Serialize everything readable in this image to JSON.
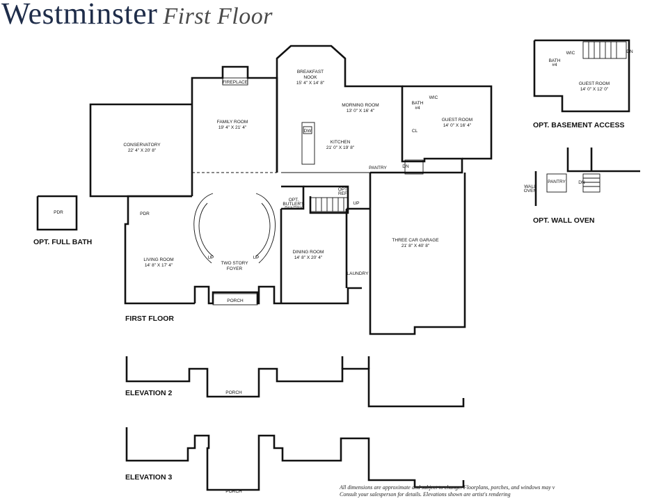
{
  "header": {
    "title": "Westminster",
    "subtitle": "First Floor"
  },
  "rooms": {
    "fireplace": "FIREPLACE",
    "family_room": "FAMILY ROOM",
    "family_room_dim": "19' 4\" X 21' 4\"",
    "conservatory": "CONSERVATORY",
    "conservatory_dim": "22' 4\" X 20' 8\"",
    "breakfast_1": "BREAKFAST",
    "breakfast_2": "NOOK",
    "breakfast_dim": "15' 4\" X 14' 8\"",
    "morning_room": "MORNING ROOM",
    "morning_room_dim": "13' 0\" X 16' 4\"",
    "kitchen": "KITCHEN",
    "kitchen_dim": "21' 0\" X 19' 8\"",
    "guest_room": "GUEST ROOM",
    "guest_room_dim": "14' 0\" X 16' 4\"",
    "bath4": "BATH",
    "bath4_num": "#4",
    "wic": "WIC",
    "cl": "CL",
    "dw": "DW",
    "pantry": "PANTRY",
    "dn": "DN",
    "up": "UP",
    "pdr": "PDR",
    "living_room": "LIVING ROOM",
    "living_room_dim": "14' 8\" X 17' 4\"",
    "foyer_1": "TWO STORY",
    "foyer_2": "FOYER",
    "porch": "PORCH",
    "dining_room": "DINING ROOM",
    "dining_room_dim": "14' 8\" X 20' 4\"",
    "opt": "OPT.",
    "ref": "REF.",
    "butlers_1": "OPT.",
    "butlers_2": "BUTLER'S",
    "butlers_3": "PANTRY",
    "garage": "THREE CAR GARAGE",
    "garage_dim": "21' 8\" X 40' 8\"",
    "laundry": "LAUNDRY",
    "basement_guest": "GUEST ROOM",
    "basement_guest_dim": "14' 0\" X 12' 0\"",
    "wall_oven_1": "WALL",
    "wall_oven_2": "OVEN"
  },
  "captions": {
    "first_floor": "FIRST FLOOR",
    "opt_full_bath": "OPT. FULL BATH",
    "opt_basement_access": "OPT. BASEMENT ACCESS",
    "opt_wall_oven": "OPT. WALL OVEN",
    "elevation_2": "ELEVATION 2",
    "elevation_3": "ELEVATION 3"
  },
  "footer": {
    "line1": "All dimensions are approximate and subject to change. Floorplans, porches, and windows may v",
    "line2": "Consult your salesperson for details. Elevations shown are artist's rendering"
  }
}
